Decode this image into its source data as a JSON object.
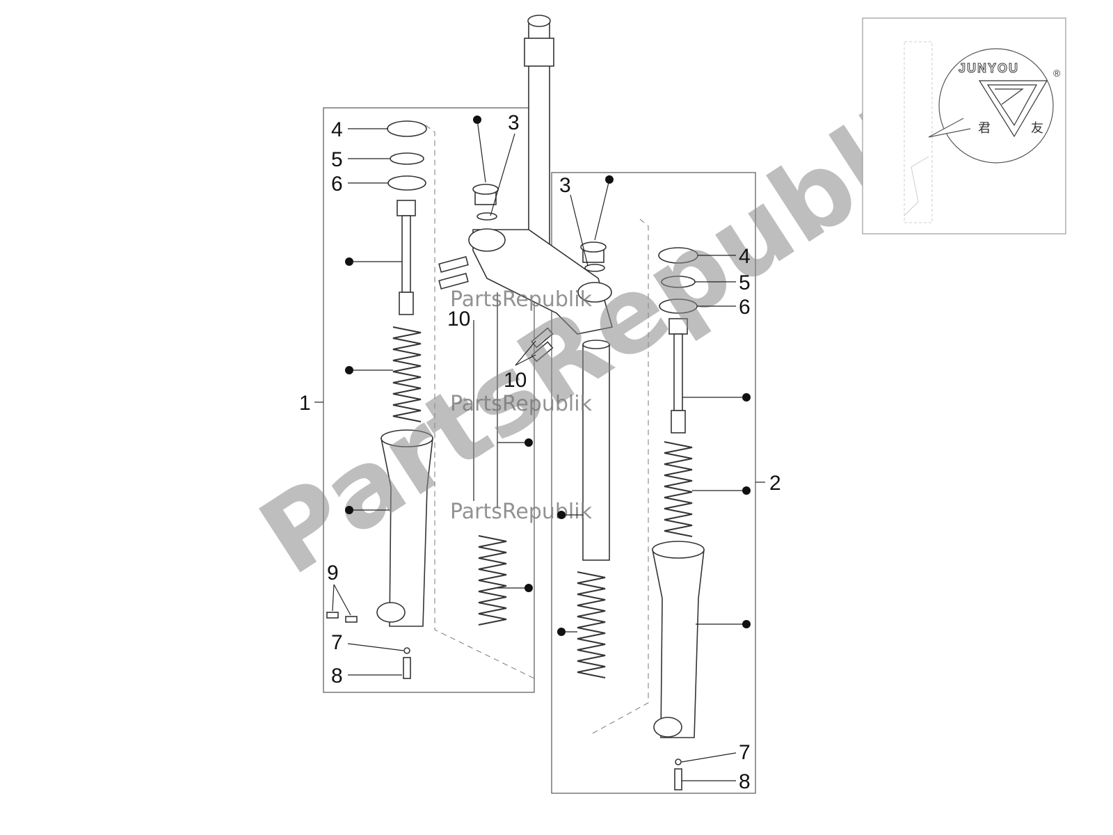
{
  "watermark": {
    "text": "PartsRepublik"
  },
  "inset": {
    "brand": "JUNYOU",
    "registered": "®",
    "chars": [
      "君",
      "友"
    ]
  },
  "callouts": {
    "left_group": {
      "label": "1",
      "items": [
        "4",
        "5",
        "6",
        "9",
        "7",
        "8"
      ]
    },
    "middle": {
      "items": [
        "3",
        "3",
        "10",
        "10"
      ]
    },
    "right_group": {
      "label": "2",
      "items": [
        "4",
        "5",
        "6",
        "7",
        "8"
      ]
    }
  },
  "colors": {
    "line": "#333333",
    "watermark": "#8a8a8a"
  }
}
